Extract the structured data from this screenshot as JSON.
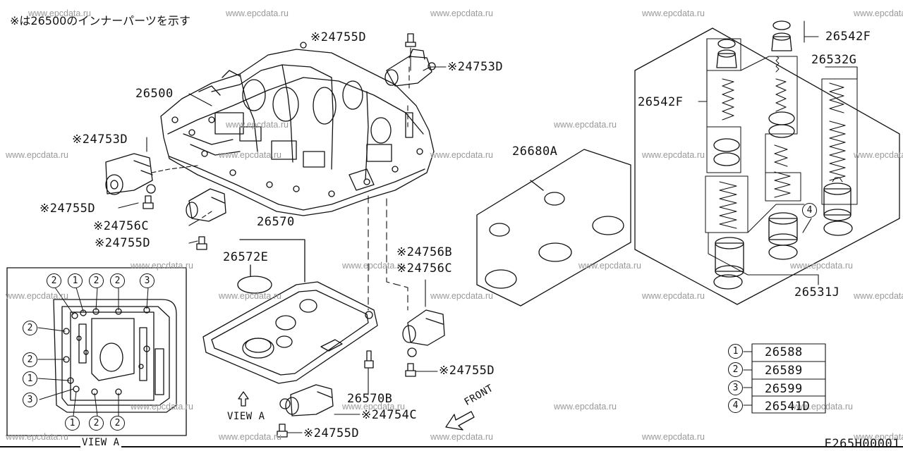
{
  "note": "※は26500のインナーパーツを示す",
  "watermark": "www.epcdata.ru",
  "labels": {
    "l_24755d_top": "※24755D",
    "l_24753d_right": "※24753D",
    "l_26500": "26500",
    "l_24753d_left": "※24753D",
    "l_24755d_left1": "※24755D",
    "l_24756c_left": "※24756C",
    "l_24755d_left2": "※24755D",
    "l_26570": "26570",
    "l_26572e": "26572E",
    "l_24756b": "※24756B",
    "l_24756c_right": "※24756C",
    "l_24755d_right": "※24755D",
    "l_26570b": "26570B",
    "l_24754c": "※24754C",
    "l_24755d_bottom": "※24755D",
    "l_26680a": "26680A",
    "l_26542f_top": "26542F",
    "l_26542f_mid": "26542F",
    "l_26532g": "26532G",
    "l_26531j": "26531J",
    "view_a_arrow": "VIEW A",
    "view_a_box": "VIEW A",
    "front": "FRONT",
    "circle_4_ref": "4"
  },
  "view_a_callouts": {
    "c1": "2",
    "c2": "1",
    "c3": "2",
    "c4": "2",
    "c5": "3",
    "c6": "2",
    "c7": "2",
    "c8": "1",
    "c9": "3",
    "c10": "1",
    "c11": "2",
    "c12": "2"
  },
  "legend": [
    {
      "num": "1",
      "code": "26588"
    },
    {
      "num": "2",
      "code": "26589"
    },
    {
      "num": "3",
      "code": "26599"
    },
    {
      "num": "4",
      "code": "26541D"
    }
  ],
  "diagram_id": "E265H00001"
}
